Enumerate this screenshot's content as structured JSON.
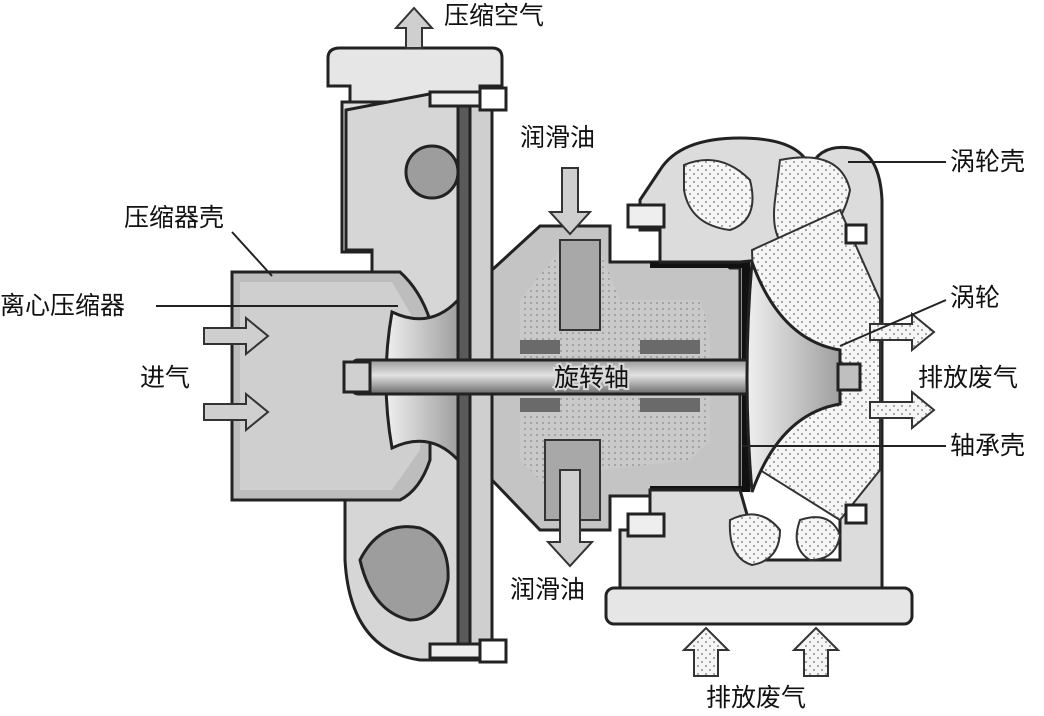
{
  "labels": {
    "compressed_air": "压缩空气",
    "lube_oil_in": "润滑油",
    "turbine_housing": "涡轮壳",
    "compressor_housing": "压缩器壳",
    "centrifugal_compressor": "离心压缩器",
    "turbine": "涡轮",
    "intake": "进气",
    "rotating_shaft": "旋转轴",
    "exhaust_out": "排放废气",
    "bearing_housing": "轴承壳",
    "lube_oil_out": "润滑油",
    "exhaust_in": "排放废气"
  },
  "colors": {
    "housing": "#d8d8d8",
    "housing_dark": "#a6a6a6",
    "outline": "#222222",
    "shaft": "#7a7a7a",
    "oil": "#bdbdbd",
    "arrow_fill": "#cfcfcf",
    "gas_fill": "#f4f4f4"
  },
  "icons": {
    "flow_arrow": "flow-arrow-icon",
    "dotted_exhaust_arrow": "dotted-arrow-icon"
  }
}
